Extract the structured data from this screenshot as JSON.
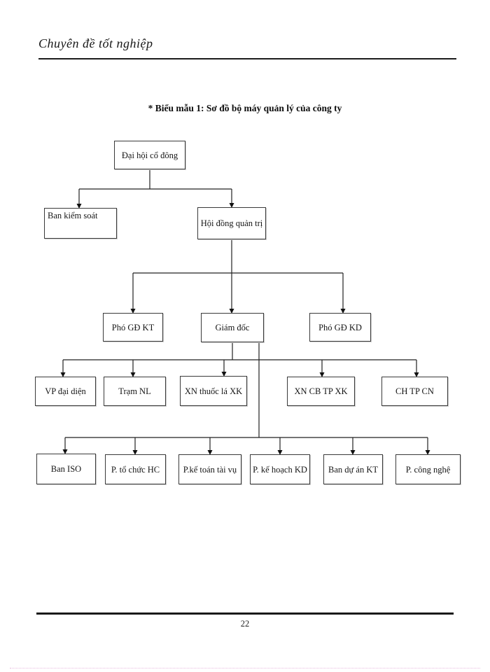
{
  "page": {
    "header": "Chuyên đề tốt nghiệp",
    "figure_title": "* Biểu mẫu 1: Sơ đồ bộ máy quản lý của công ty",
    "page_number": "22"
  },
  "org_chart": {
    "nodes": {
      "dai_hoi_co_dong": "Đại hội cổ đông",
      "ban_kiem_soat": "Ban kiểm soát",
      "hoi_dong_quan_tri": "Hội đồng quản trị",
      "pho_gd_kt": "Phó GĐ KT",
      "giam_doc": "Giám đốc",
      "pho_gd_kd": "Phó GĐ KD",
      "vp_dai_dien": "VP đại diện",
      "tram_nl": "Trạm NL",
      "xn_thuoc_la_xk": "XN thuốc lá XK",
      "xn_cb_tp_xk": "XN CB TP XK",
      "ch_tp_cn": "CH TP CN",
      "ban_iso": "Ban ISO",
      "p_to_chuc_hc": "P. tổ chức HC",
      "p_ke_toan_tai_vu": "P.kế toán tài vụ",
      "p_ke_hoach_kd": "P. kế hoạch KD",
      "ban_du_an_kt": "Ban dự án KT",
      "p_cong_nghe": "P. công nghệ"
    },
    "structure": [
      {
        "parent": "Đại hội cổ đông",
        "children": [
          "Ban kiểm soát",
          "Hội đồng quản trị"
        ]
      },
      {
        "parent": "Hội đồng quản trị",
        "children": [
          "Phó GĐ KT",
          "Giám đốc",
          "Phó GĐ KD"
        ]
      },
      {
        "parent": "Giám đốc",
        "children": [
          "VP đại diện",
          "Trạm NL",
          "XN thuốc lá XK",
          "XN CB TP XK",
          "CH TP CN"
        ]
      },
      {
        "parent": "Giám đốc",
        "children": [
          "Ban ISO",
          "P. tổ chức HC",
          "P.kế toán tài vụ",
          "P. kế hoạch KD",
          "Ban dự án KT",
          "P. công nghệ"
        ]
      }
    ],
    "colors": {
      "line": "#222222",
      "box_border": "#3a3a3a",
      "text": "#111111",
      "background": "#ffffff"
    }
  }
}
